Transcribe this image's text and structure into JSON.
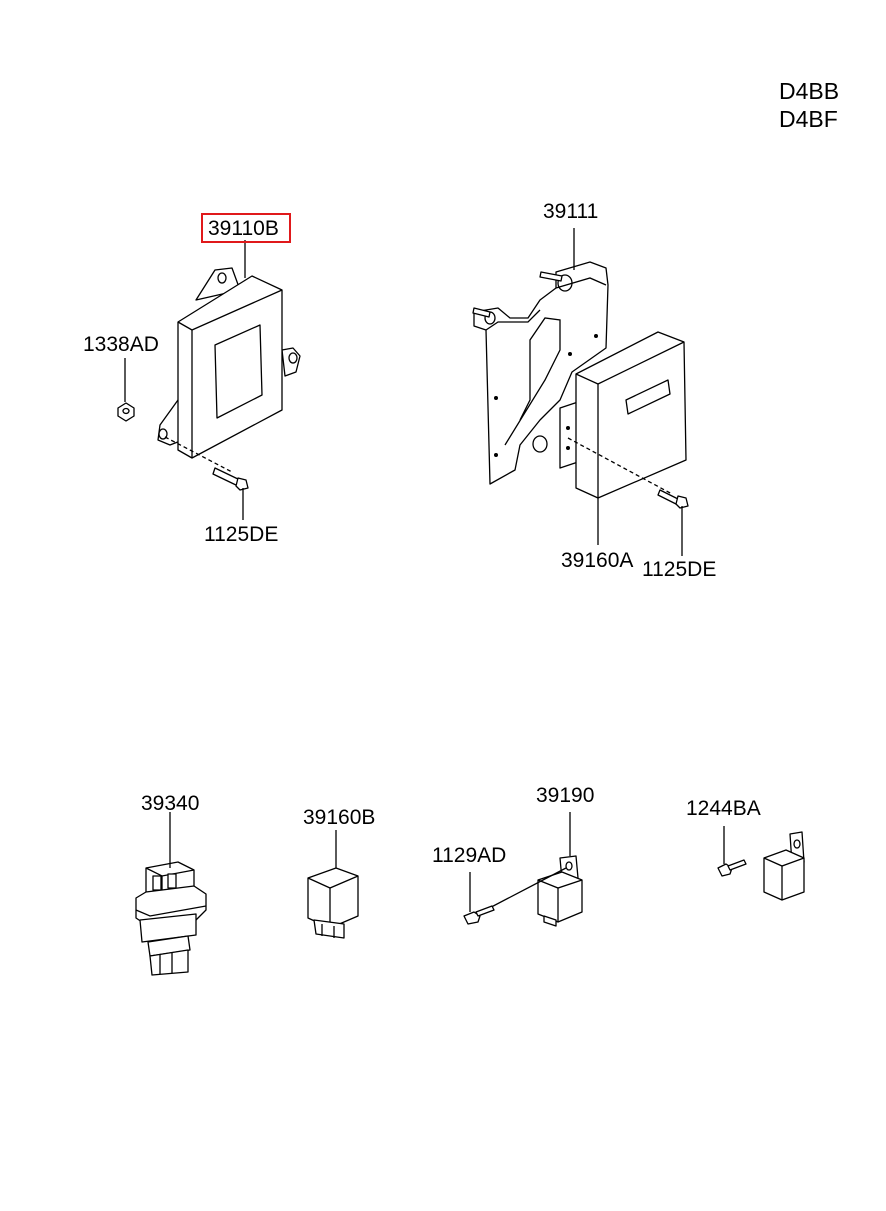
{
  "engine_codes": [
    "D4BB",
    "D4BF"
  ],
  "highlight_color": "#e0191b",
  "parts": {
    "ecu_module": "39110B",
    "ecu_nut": "1338AD",
    "ecu_bolt": "1125DE",
    "bracket": "39111",
    "cover": "39160A",
    "cover_bolt": "1125DE",
    "pressure_switch": "39340",
    "relay_b": "39160B",
    "relay_bolt": "1129AD",
    "relay_bracket": "39190",
    "screw": "1244BA"
  }
}
